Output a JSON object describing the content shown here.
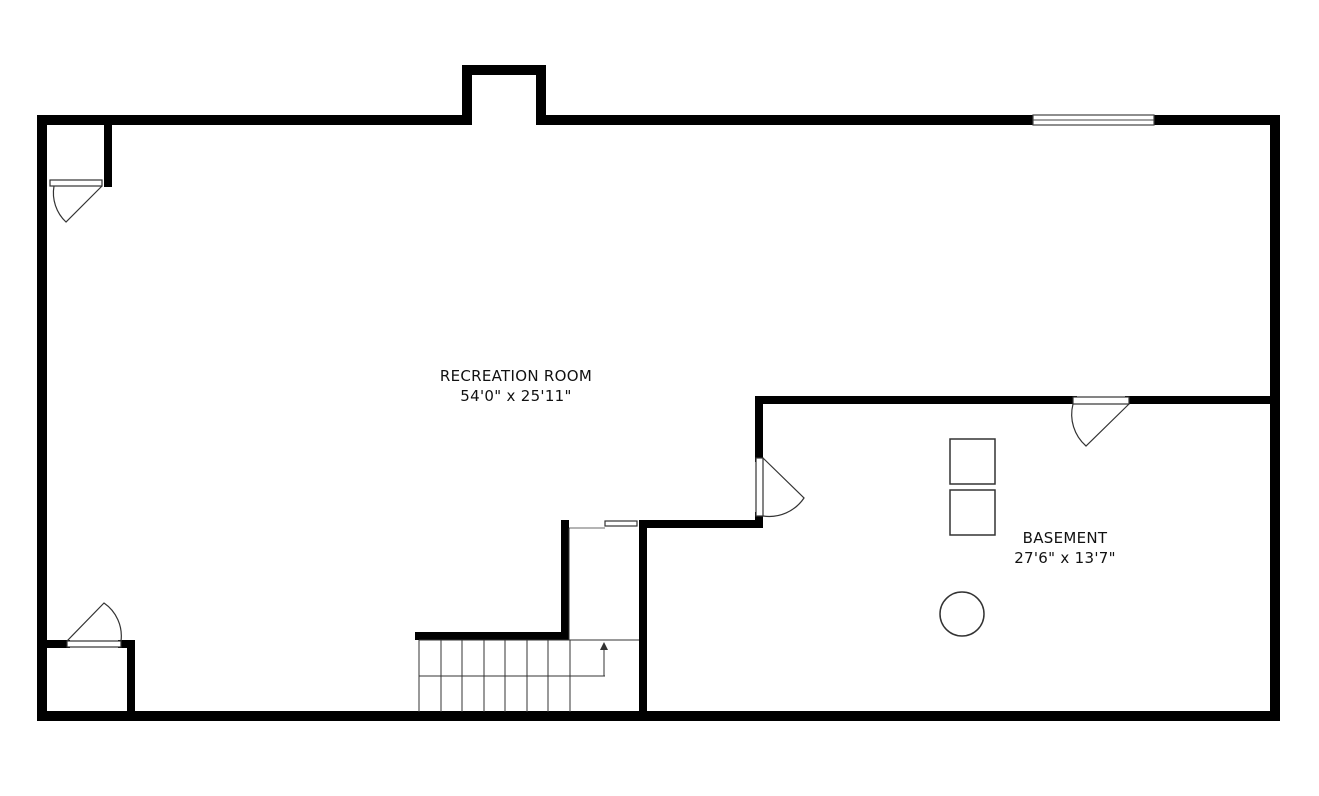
{
  "rooms": [
    {
      "id": "recreation-room",
      "name": "RECREATION ROOM",
      "dimensions": "54'0\" x 25'11\""
    },
    {
      "id": "basement",
      "name": "BASEMENT",
      "dimensions": "27'6\" x 13'7\""
    }
  ],
  "colors": {
    "wall": "#000000",
    "background": "#ffffff",
    "fixture": "#333333"
  }
}
